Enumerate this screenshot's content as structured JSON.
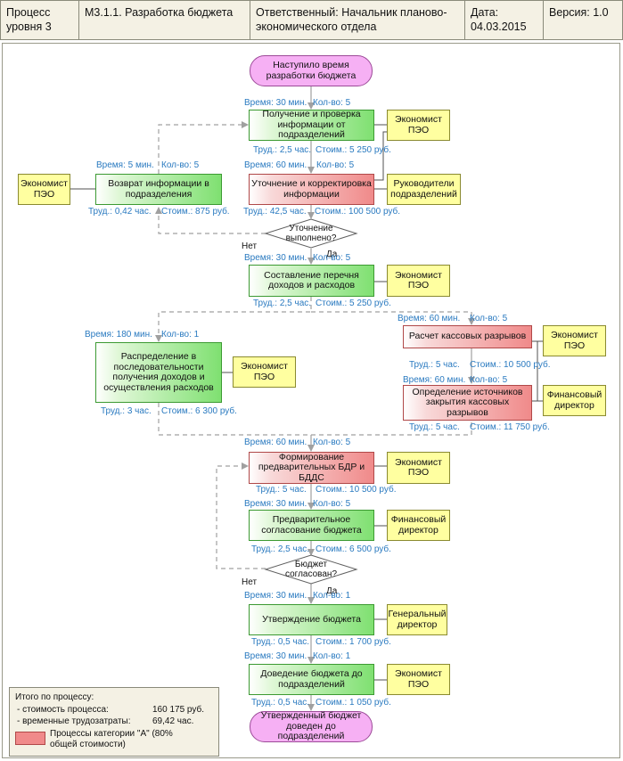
{
  "header": {
    "process_level": "Процесс уровня 3",
    "code_title": "М3.1.1.  Разработка бюджета",
    "responsible": "Ответственный: Начальник планово-экономического отдела",
    "date": "Дата: 04.03.2015",
    "version": "Версия: 1.0"
  },
  "start": {
    "label": "Наступило время разработки бюджета"
  },
  "end": {
    "label": "Утвержденный бюджет доведен до подразделений"
  },
  "steps": {
    "get_info": {
      "label": "Получение и проверка информации от подразделений",
      "top": "Время: 30 мин.",
      "top2": "Кол-во: 5",
      "bot": "Труд.: 2,5 час.",
      "bot2": "Стоим.: 5 250 руб.",
      "role": "Экономист ПЭО"
    },
    "clarify": {
      "label": "Уточнение и корректировка информации",
      "top": "Время: 60 мин.",
      "top2": "Кол-во: 5",
      "bot": "Труд.: 42,5 час.",
      "bot2": "Стоим.: 100 500 руб.",
      "role": "Руководители подразделений"
    },
    "return_info": {
      "label": "Возврат информации в подразделения",
      "top": "Время: 5 мин.",
      "top2": "Кол-во: 5",
      "bot": "Труд.: 0,42 час.",
      "bot2": "Стоим.: 875 руб.",
      "role": "Экономист ПЭО"
    },
    "list": {
      "label": "Составление перечня доходов и расходов",
      "top": "Время: 30 мин.",
      "top2": "Кол-во: 5",
      "bot": "Труд.: 2,5 час.",
      "bot2": "Стоим.: 5 250 руб.",
      "role": "Экономист ПЭО"
    },
    "distribute": {
      "label": "Распределение в последовательности получения доходов и осуществления расходов",
      "top": "Время: 180 мин.",
      "top2": "Кол-во: 1",
      "bot": "Труд.: 3 час.",
      "bot2": "Стоим.: 6 300 руб.",
      "role": "Экономист ПЭО"
    },
    "cash_gaps": {
      "label": "Расчет кассовых разрывов",
      "top": "Время: 60 мин.",
      "top2": "Кол-во: 5",
      "bot": "Труд.: 5 час.",
      "bot2": "Стоим.: 10 500 руб.",
      "role": "Экономист ПЭО"
    },
    "sources": {
      "label": "Определение источников закрытия кассовых разрывов",
      "top": "Время: 60 мин.",
      "top2": "Кол-во: 5",
      "bot": "Труд.: 5 час.",
      "bot2": "Стоим.: 11 750 руб.",
      "role": "Финансовый директор"
    },
    "form_bdr": {
      "label": "Формирование предварительных БДР и БДДС",
      "top": "Время: 60 мин.",
      "top2": "Кол-во: 5",
      "bot": "Труд.: 5 час.",
      "bot2": "Стоим.: 10 500 руб.",
      "role": "Экономист ПЭО"
    },
    "prelim": {
      "label": "Предварительное согласование бюджета",
      "top": "Время: 30 мин.",
      "top2": "Кол-во: 5",
      "bot": "Труд.: 2,5 час.",
      "bot2": "Стоим.: 6 500 руб.",
      "role": "Финансовый директор"
    },
    "approve": {
      "label": "Утверждение бюджета",
      "top": "Время: 30 мин.",
      "top2": "Кол-во: 1",
      "bot": "Труд.: 0,5 час.",
      "bot2": "Стоим.: 1 700 руб.",
      "role": "Генеральный директор"
    },
    "deliver": {
      "label": "Доведение бюджета до подразделений",
      "top": "Время: 30 мин.",
      "top2": "Кол-во: 1",
      "bot": "Труд.: 0,5 час.",
      "bot2": "Стоим.: 1 050 руб.",
      "role": "Экономист ПЭО"
    }
  },
  "decisions": {
    "d1": {
      "label": "Уточнение выполнено?",
      "no": "Нет",
      "yes": "Да"
    },
    "d2": {
      "label": "Бюджет согласован?",
      "no": "Нет",
      "yes": "Да"
    }
  },
  "legend": {
    "title": "Итого по процессу:",
    "cost_label": "- стоимость процесса:",
    "cost_value": "160 175 руб.",
    "time_label": "- временные трудозатраты:",
    "time_value": "69,42 час.",
    "category": "Процессы категории \"А\" (80% общей стоимости)"
  },
  "colors": {
    "green_process": "#7fe071",
    "red_process": "#f08a8a",
    "role_box": "#ffffa0",
    "event": "#f6b0f4",
    "label_blue": "#2a7ac0"
  }
}
